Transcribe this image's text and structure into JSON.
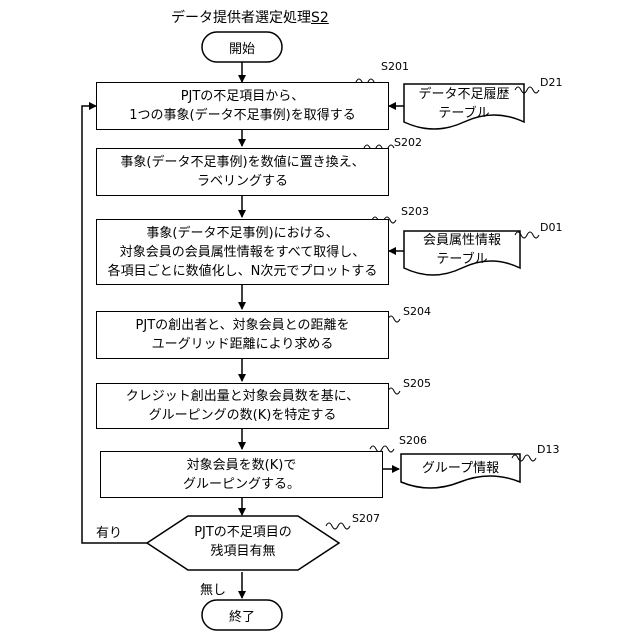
{
  "title": {
    "main": "データ提供者選定処理",
    "code": "S2"
  },
  "start": "開始",
  "end": "終了",
  "steps": [
    {
      "id": "S201",
      "lines": [
        "PJTの不足項目から、",
        "1つの事象(データ不足事例)を取得する"
      ]
    },
    {
      "id": "S202",
      "lines": [
        "事象(データ不足事例)を数値に置き換え、",
        "ラベリングする"
      ]
    },
    {
      "id": "S203",
      "lines": [
        "事象(データ不足事例)における、",
        "対象会員の会員属性情報をすべて取得し、",
        "各項目ごとに数値化し、N次元でプロットする"
      ]
    },
    {
      "id": "S204",
      "lines": [
        "PJTの創出者と、対象会員との距離を",
        "ユーグリッド距離により求める"
      ]
    },
    {
      "id": "S205",
      "lines": [
        "クレジット創出量と対象会員数を基に、",
        "グルーピングの数(K)を特定する"
      ]
    },
    {
      "id": "S206",
      "lines": [
        "対象会員を数(K)で",
        "グルーピングする。"
      ]
    }
  ],
  "decision": {
    "id": "S207",
    "lines": [
      "PJTの不足項目の",
      "残項目有無"
    ],
    "yes": "有り",
    "no": "無し"
  },
  "documents": [
    {
      "id": "D21",
      "lines": [
        "データ不足履歴",
        "テーブル"
      ]
    },
    {
      "id": "D01",
      "lines": [
        "会員属性情報",
        "テーブル"
      ]
    },
    {
      "id": "D13",
      "lines": [
        "グループ情報"
      ]
    }
  ]
}
